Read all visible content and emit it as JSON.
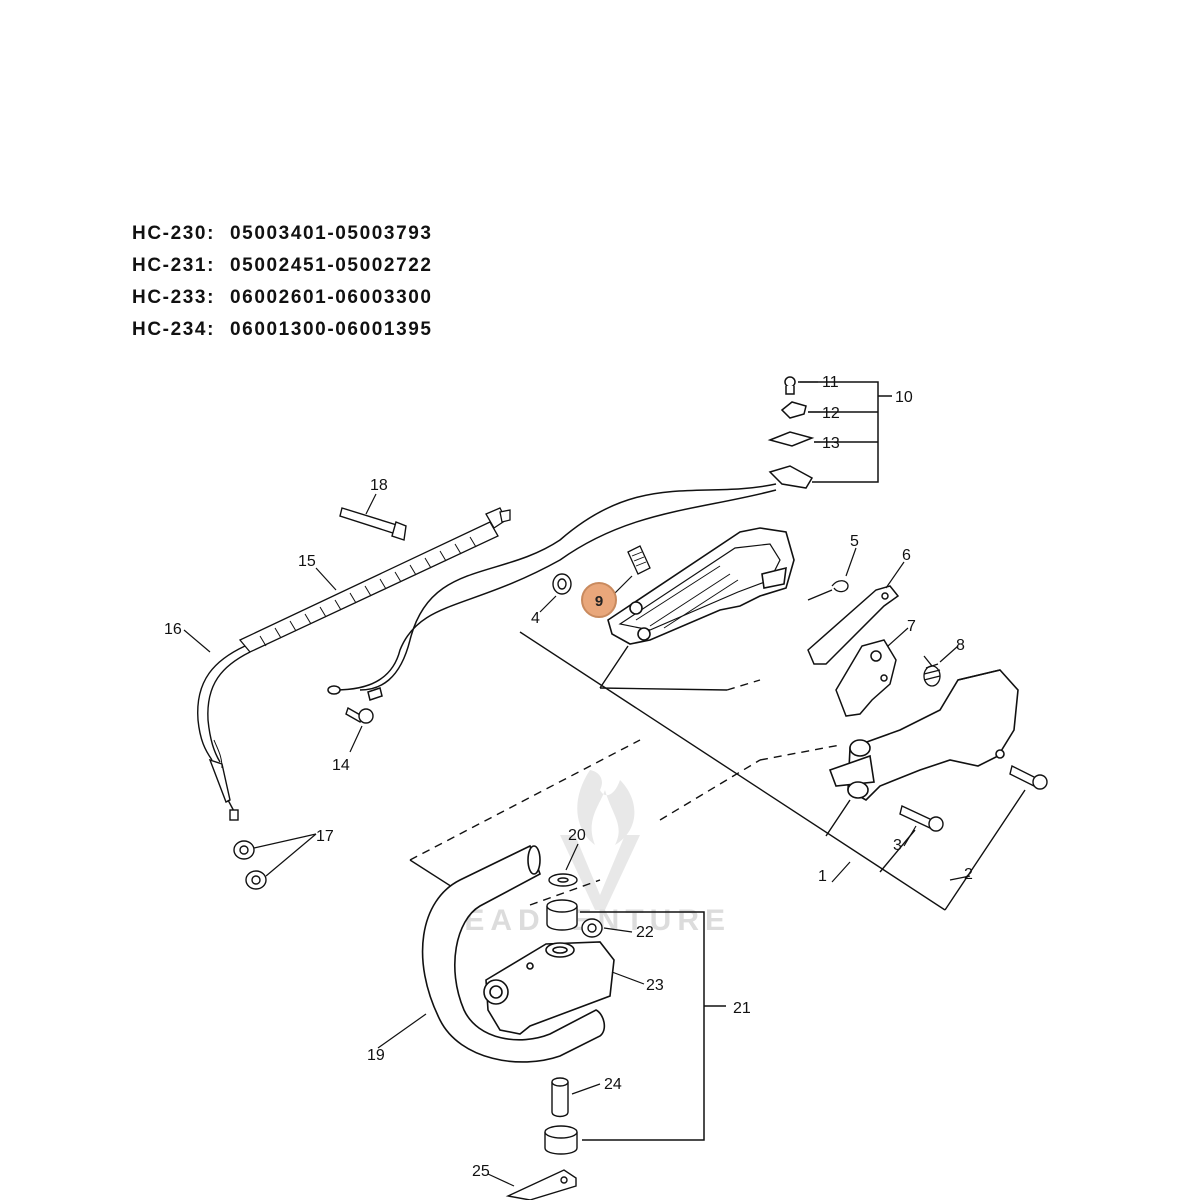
{
  "serial_ranges": [
    {
      "model": "HC-230:",
      "range": "05003401-05003793"
    },
    {
      "model": "HC-231:",
      "range": "05002451-05002722"
    },
    {
      "model": "HC-233:",
      "range": "06002601-06003300"
    },
    {
      "model": "HC-234:",
      "range": "06001300-06001395"
    }
  ],
  "callouts": [
    "1",
    "2",
    "3",
    "4",
    "5",
    "6",
    "7",
    "8",
    "9",
    "10",
    "11",
    "12",
    "13",
    "14",
    "15",
    "16",
    "17",
    "18",
    "19",
    "20",
    "21",
    "22",
    "23",
    "24",
    "25"
  ],
  "highlighted_part": "9",
  "highlight_color": "#e9a77b",
  "watermark": "LEADVENTURE"
}
